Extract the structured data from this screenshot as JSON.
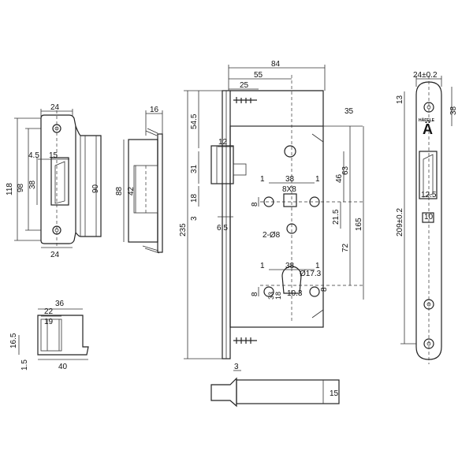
{
  "striker_front": {
    "w": "24",
    "h": "118",
    "h2": "98",
    "inner_w": "15",
    "off": "4.5",
    "inner_h": "38",
    "depth": "90",
    "bottom_w": "24"
  },
  "striker_side": {
    "t": "16",
    "h": "88",
    "inner": "42"
  },
  "box": {
    "w": "36",
    "a": "22",
    "b": "19",
    "h": "16.5",
    "t": "1.5",
    "len": "40"
  },
  "lock": {
    "width": "84",
    "w55": "55",
    "w25": "25",
    "side35": "35",
    "h545": "54.5",
    "h12": "12",
    "h31": "31",
    "h18": "18",
    "h3": "3",
    "h65": "6.5",
    "total": "235",
    "d38a": "38",
    "d1a": "1",
    "d1b": "1",
    "sq": "8X8",
    "d8a": "8",
    "d46": "46",
    "d63": "63",
    "d215": "21.5",
    "d165": "165",
    "holes": "2-Ø8",
    "d72": "72",
    "d38b": "38",
    "d1c": "1",
    "d1d": "1",
    "cyl": "Ø17.3",
    "d8b": "8",
    "d8c": "8",
    "d33": "33",
    "d18b": "18",
    "d103": "10.3"
  },
  "bolt": {
    "t": "3",
    "w": "15"
  },
  "plate": {
    "w": "24±0.2",
    "top": "13",
    "r": "38",
    "win": "12.5",
    "bot": "10",
    "len": "209±0.2",
    "logo_mark": "Ä",
    "logo_text": "HÄFELE"
  }
}
